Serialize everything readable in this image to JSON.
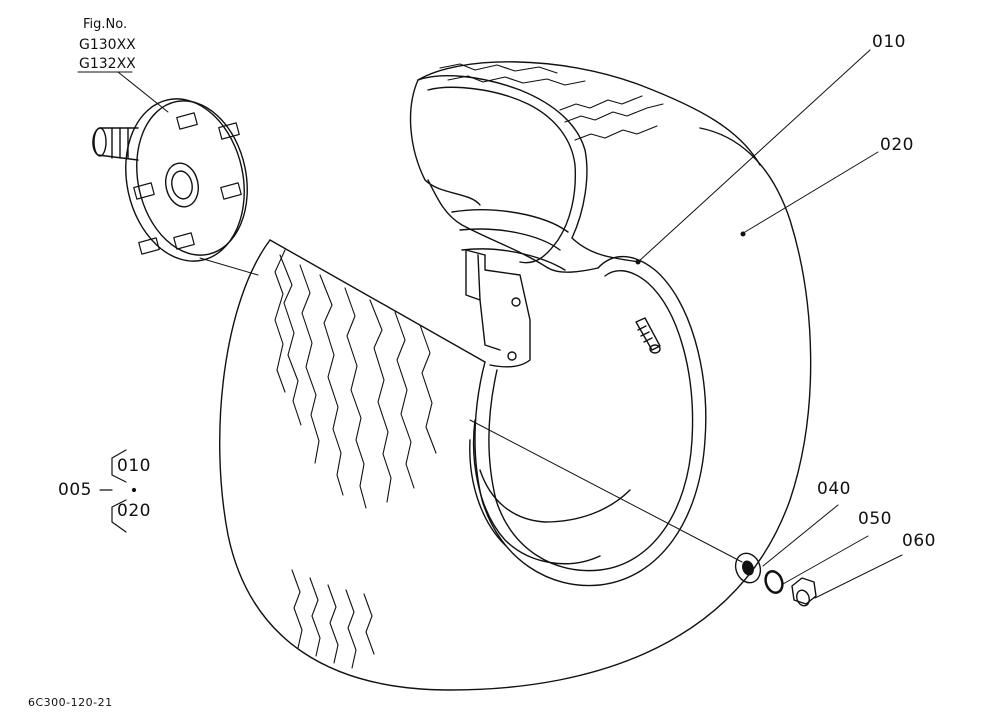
{
  "figure_reference": {
    "title": "Fig.No.",
    "codes": [
      "G130XX",
      "G132XX"
    ]
  },
  "callouts": {
    "rim": "010",
    "tire": "020",
    "washer": "040",
    "lock_washer": "050",
    "nut": "060"
  },
  "assembly_group": {
    "number": "005",
    "members": [
      "010",
      "020"
    ]
  },
  "drawing_number": "6C300-120-21"
}
